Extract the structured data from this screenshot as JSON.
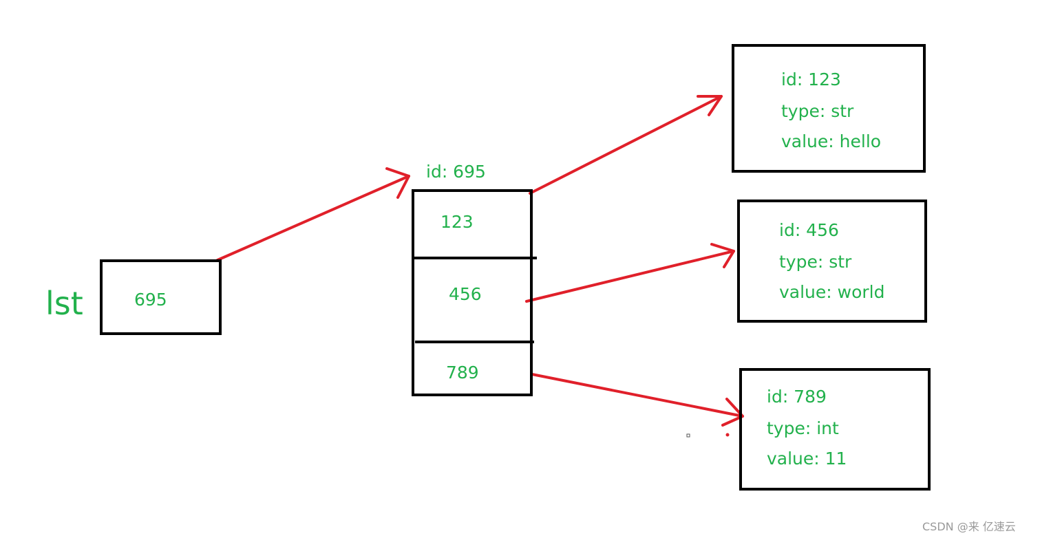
{
  "variable_label": "lst",
  "var_box": {
    "value": "695"
  },
  "list_obj": {
    "id_label": "id:  695",
    "cells": [
      "123",
      "456",
      "789"
    ]
  },
  "objects": [
    {
      "id": "id:  123",
      "type": "type:  str",
      "value": "value: hello"
    },
    {
      "id": "id:  456",
      "type": "type: str",
      "value": "value: world"
    },
    {
      "id": "id: 789",
      "type": "type: int",
      "value": "value: 11"
    }
  ],
  "watermark": "CSDN @来   亿速云",
  "colors": {
    "text": "#22b14c",
    "arrow": "#e0202a",
    "border": "#000000"
  }
}
